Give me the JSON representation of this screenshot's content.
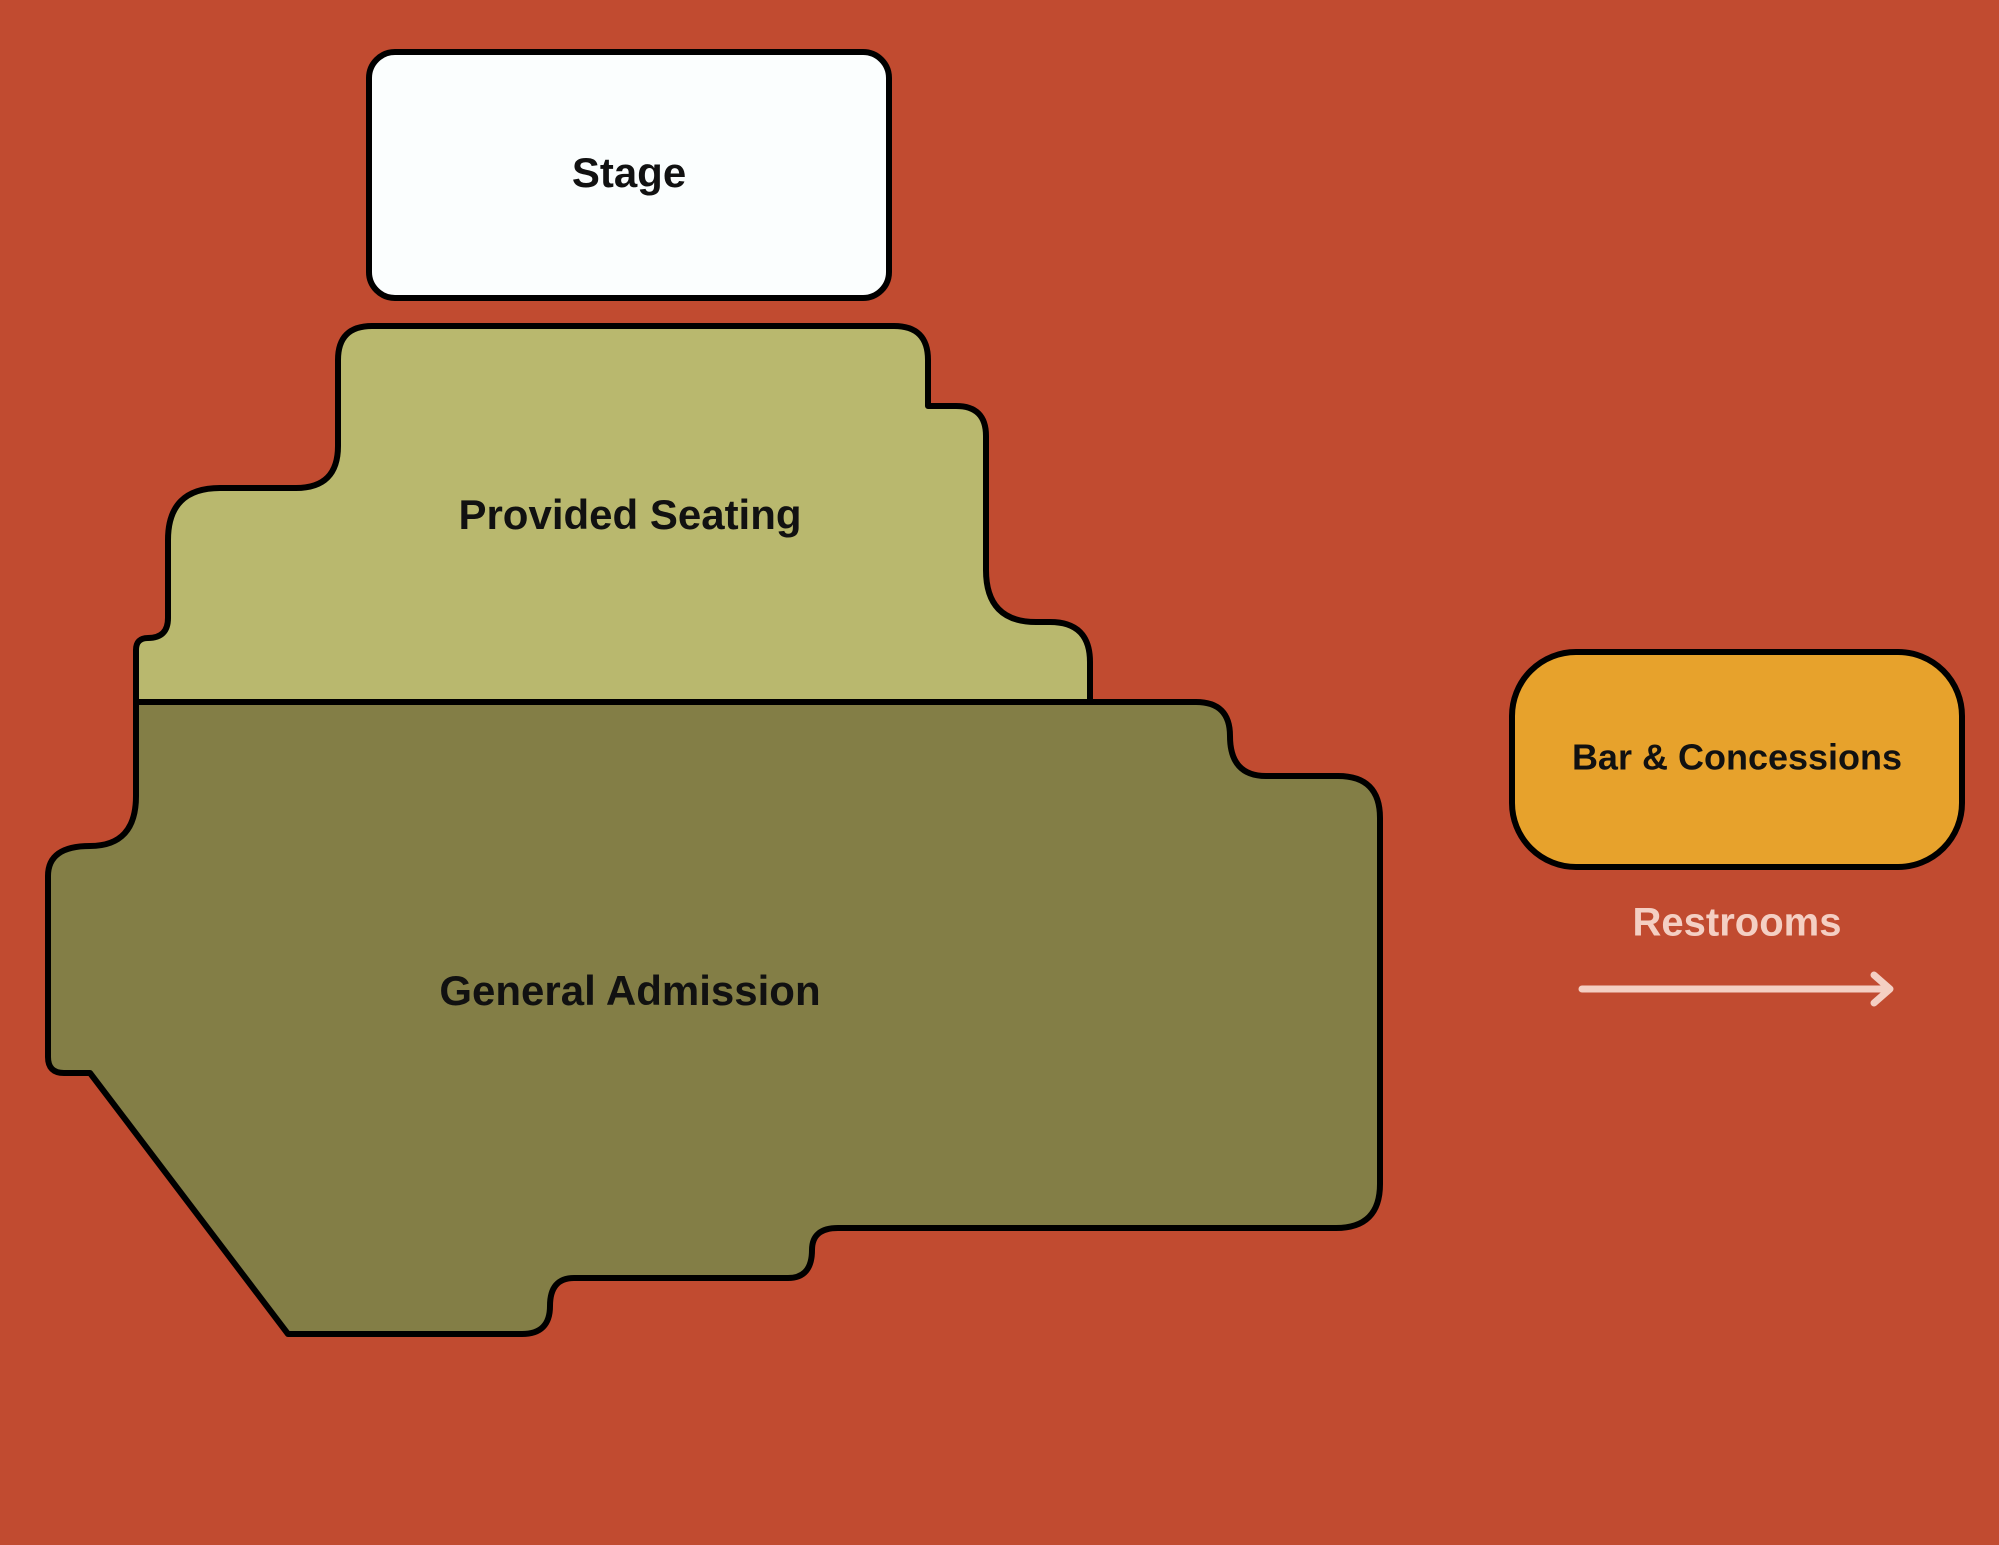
{
  "colors": {
    "background": "#c14b30",
    "outline": "#000000",
    "stage_fill": "#fbfefe",
    "provided_seating_fill": "#b9b86e",
    "general_admission_fill": "#837e46",
    "bar_fill": "#e7a22c",
    "label_text": "#111111",
    "restrooms_text": "#f4cfc3"
  },
  "zones": {
    "stage": {
      "label": "Stage"
    },
    "provided_seating": {
      "label": "Provided Seating"
    },
    "general_admission": {
      "label": "General Admission"
    },
    "bar": {
      "label": "Bar & Concessions"
    }
  },
  "restrooms": {
    "label": "Restrooms",
    "arrow_direction": "right",
    "icon": "arrow-right-icon"
  }
}
